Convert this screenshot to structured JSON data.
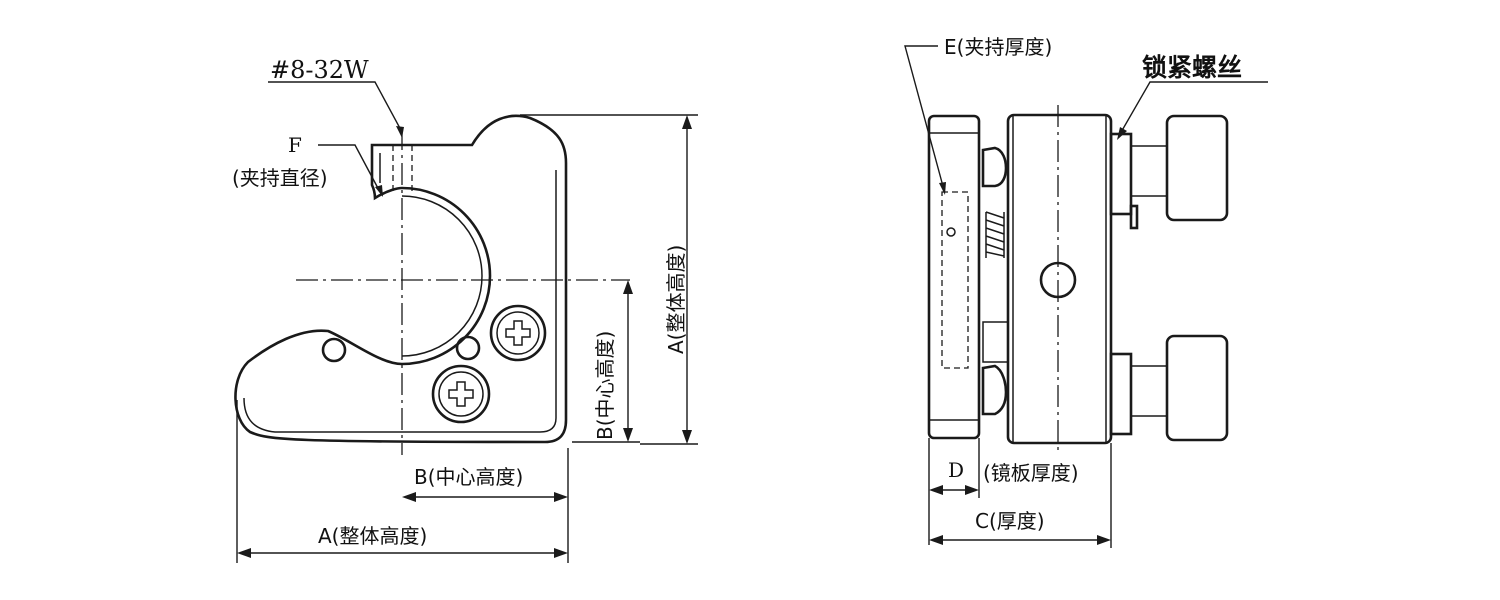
{
  "figure": {
    "left_view": {
      "thread_label": "#8-32W",
      "clamp_diameter_letter": "F",
      "clamp_diameter_desc": "(夹持直径)",
      "center_height_vertical": "B(中心高度)",
      "overall_height_vertical": "A(整体高度)",
      "center_height_horizontal": "B(中心高度)",
      "overall_height_horizontal": "A(整体高度)"
    },
    "right_view": {
      "clamp_thickness": "E(夹持厚度)",
      "lock_screw": "锁紧螺丝",
      "mirror_plate_letter": "D",
      "mirror_plate_thickness": "(镜板厚度)",
      "thickness": "C(厚度)"
    }
  }
}
